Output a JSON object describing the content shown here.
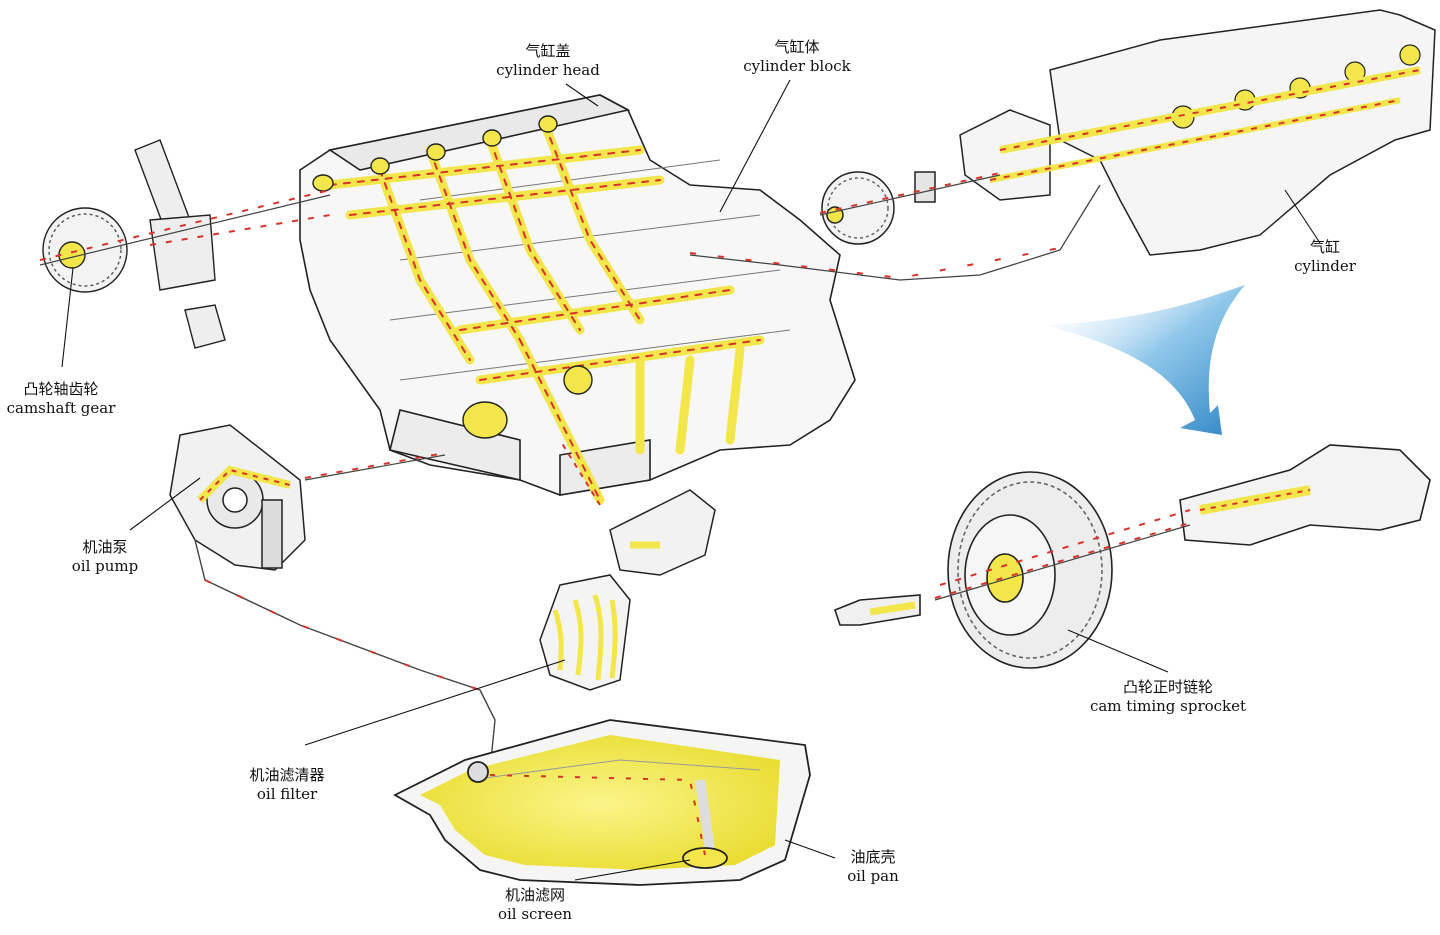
{
  "labels": {
    "cylinder_head": {
      "zh": "气缸盖",
      "en": "cylinder head"
    },
    "cylinder_block": {
      "zh": "气缸体",
      "en": "cylinder block"
    },
    "cylinder": {
      "zh": "气缸",
      "en": "cylinder"
    },
    "camshaft_gear": {
      "zh": "凸轮轴齿轮",
      "en": "camshaft gear"
    },
    "oil_pump": {
      "zh": "机油泵",
      "en": "oil pump"
    },
    "oil_filter": {
      "zh": "机油滤清器",
      "en": "oil filter"
    },
    "oil_screen": {
      "zh": "机油滤网",
      "en": "oil screen"
    },
    "oil_pan": {
      "zh": "油底壳",
      "en": "oil pan"
    },
    "cam_timing_sprocket": {
      "zh": "凸轮正时链轮",
      "en": "cam timing sprocket"
    }
  },
  "colors": {
    "oil_yellow": "#f2e64a",
    "flow_red": "#d8322a",
    "outline": "#222222",
    "zoom_arrow": "#4fa3d6"
  }
}
